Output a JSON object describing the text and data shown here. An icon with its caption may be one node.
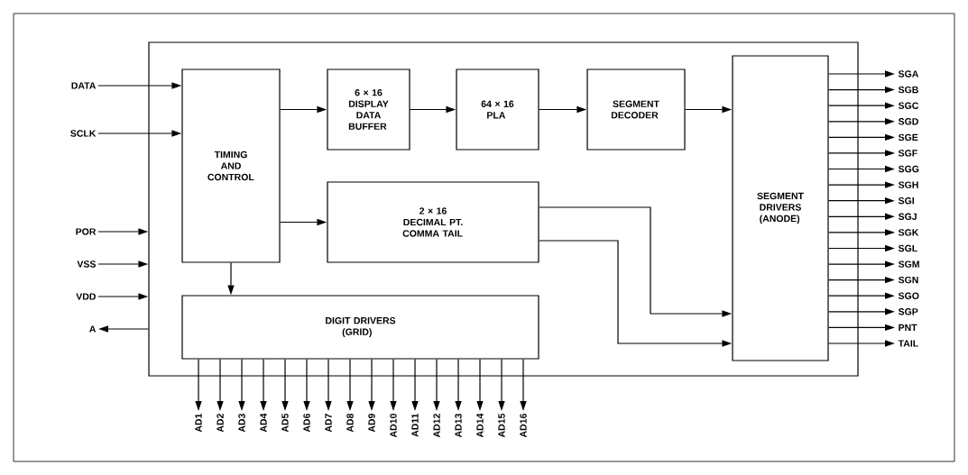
{
  "diagram": {
    "nodes": [
      {
        "text": [],
        "shape": "box"
      },
      {
        "text": [
          "TIMING AND CONTROL"
        ],
        "in": 0
      },
      {
        "text": [
          "6 × 16 DISPLAY DATA BUFFER"
        ],
        "in": 0
      },
      {
        "text": [
          "64 × 16 PLA"
        ],
        "in": 0
      },
      {
        "text": [
          "SEGMENT DECODER"
        ],
        "in": 0
      },
      {
        "text": [
          "2 × 16 DECIMAL PT. COMMA TAIL"
        ],
        "in": 0
      },
      {
        "text": [
          "DIGIT DRIVERS (GRID)"
        ],
        "in": 0
      },
      {
        "text": [
          "SEGMENT DRIVERS (ANODE)"
        ],
        "in": 0
      },
      {
        "text": [
          "DATA"
        ]
      },
      {
        "text": [
          "SCLK"
        ]
      },
      {
        "text": [
          "POR"
        ]
      },
      {
        "text": [
          "VSS"
        ]
      },
      {
        "text": [
          "VDD"
        ]
      },
      {
        "text": [
          "A"
        ]
      },
      {
        "text": [
          "SGA"
        ]
      },
      {
        "text": [
          "SGB"
        ]
      },
      {
        "text": [
          "SGC"
        ]
      },
      {
        "text": [
          "SGD"
        ]
      },
      {
        "text": [
          "SGE"
        ]
      },
      {
        "text": [
          "SGF"
        ]
      },
      {
        "text": [
          "SGG"
        ]
      },
      {
        "text": [
          "SGH"
        ]
      },
      {
        "text": [
          "SGI"
        ]
      },
      {
        "text": [
          "SGJ"
        ]
      },
      {
        "text": [
          "SGK"
        ]
      },
      {
        "text": [
          "SGL"
        ]
      },
      {
        "text": [
          "SGM"
        ]
      },
      {
        "text": [
          "SGN"
        ]
      },
      {
        "text": [
          "SGO"
        ]
      },
      {
        "text": [
          "SGP"
        ]
      },
      {
        "text": [
          "PNT"
        ]
      },
      {
        "text": [
          "TAIL"
        ]
      },
      {
        "text": [
          "AD1"
        ]
      },
      {
        "text": [
          "AD2"
        ]
      },
      {
        "text": [
          "AD3"
        ]
      },
      {
        "text": [
          "AD4"
        ]
      },
      {
        "text": [
          "AD5"
        ]
      },
      {
        "text": [
          "AD6"
        ]
      },
      {
        "text": [
          "AD7"
        ]
      },
      {
        "text": [
          "AD8"
        ]
      },
      {
        "text": [
          "AD9"
        ]
      },
      {
        "text": [
          "AD10"
        ]
      },
      {
        "text": [
          "AD11"
        ]
      },
      {
        "text": [
          "AD12"
        ]
      },
      {
        "text": [
          "AD13"
        ]
      },
      {
        "text": [
          "AD14"
        ]
      },
      {
        "text": [
          "AD15"
        ]
      },
      {
        "text": [
          "AD16"
        ]
      }
    ],
    "edges": [
      {
        "from": 8,
        "to": 1,
        "arrow": "to"
      },
      {
        "from": 9,
        "to": 1,
        "arrow": "to"
      },
      {
        "from": 10,
        "to": 0,
        "arrow": "to"
      },
      {
        "from": 11,
        "to": 0,
        "arrow": "to"
      },
      {
        "from": 12,
        "to": 0,
        "arrow": "to"
      },
      {
        "from": 0,
        "to": 13,
        "arrow": "to"
      },
      {
        "from": 1,
        "to": 2,
        "arrow": "to"
      },
      {
        "from": 2,
        "to": 3,
        "arrow": "to"
      },
      {
        "from": 3,
        "to": 4,
        "arrow": "to"
      },
      {
        "from": 4,
        "to": 7,
        "arrow": "to"
      },
      {
        "from": 1,
        "to": 5,
        "arrow": "to"
      },
      {
        "from": 5,
        "to": 7,
        "arrow": "to"
      },
      {
        "from": 5,
        "to": 7,
        "arrow": "to"
      },
      {
        "from": 1,
        "to": 6,
        "arrow": "to"
      },
      {
        "from": 7,
        "to": 14,
        "arrow": "to"
      },
      {
        "from": 7,
        "to": 15,
        "arrow": "to"
      },
      {
        "from": 7,
        "to": 16,
        "arrow": "to"
      },
      {
        "from": 7,
        "to": 17,
        "arrow": "to"
      },
      {
        "from": 7,
        "to": 18,
        "arrow": "to"
      },
      {
        "from": 7,
        "to": 19,
        "arrow": "to"
      },
      {
        "from": 7,
        "to": 20,
        "arrow": "to"
      },
      {
        "from": 7,
        "to": 21,
        "arrow": "to"
      },
      {
        "from": 7,
        "to": 22,
        "arrow": "to"
      },
      {
        "from": 7,
        "to": 23,
        "arrow": "to"
      },
      {
        "from": 7,
        "to": 24,
        "arrow": "to"
      },
      {
        "from": 7,
        "to": 25,
        "arrow": "to"
      },
      {
        "from": 7,
        "to": 26,
        "arrow": "to"
      },
      {
        "from": 7,
        "to": 27,
        "arrow": "to"
      },
      {
        "from": 7,
        "to": 28,
        "arrow": "to"
      },
      {
        "from": 7,
        "to": 29,
        "arrow": "to"
      },
      {
        "from": 7,
        "to": 30,
        "arrow": "to"
      },
      {
        "from": 7,
        "to": 31,
        "arrow": "to"
      },
      {
        "from": 6,
        "to": 32,
        "arrow": "to"
      },
      {
        "from": 6,
        "to": 33,
        "arrow": "to"
      },
      {
        "from": 6,
        "to": 34,
        "arrow": "to"
      },
      {
        "from": 6,
        "to": 35,
        "arrow": "to"
      },
      {
        "from": 6,
        "to": 36,
        "arrow": "to"
      },
      {
        "from": 6,
        "to": 37,
        "arrow": "to"
      },
      {
        "from": 6,
        "to": 38,
        "arrow": "to"
      },
      {
        "from": 6,
        "to": 39,
        "arrow": "to"
      },
      {
        "from": 6,
        "to": 40,
        "arrow": "to"
      },
      {
        "from": 6,
        "to": 41,
        "arrow": "to"
      },
      {
        "from": 6,
        "to": 42,
        "arrow": "to"
      },
      {
        "from": 6,
        "to": 43,
        "arrow": "to"
      },
      {
        "from": 6,
        "to": 44,
        "arrow": "to"
      },
      {
        "from": 6,
        "to": 45,
        "arrow": "to"
      },
      {
        "from": 6,
        "to": 46,
        "arrow": "to"
      },
      {
        "from": 6,
        "to": 47,
        "arrow": "to"
      }
    ]
  }
}
